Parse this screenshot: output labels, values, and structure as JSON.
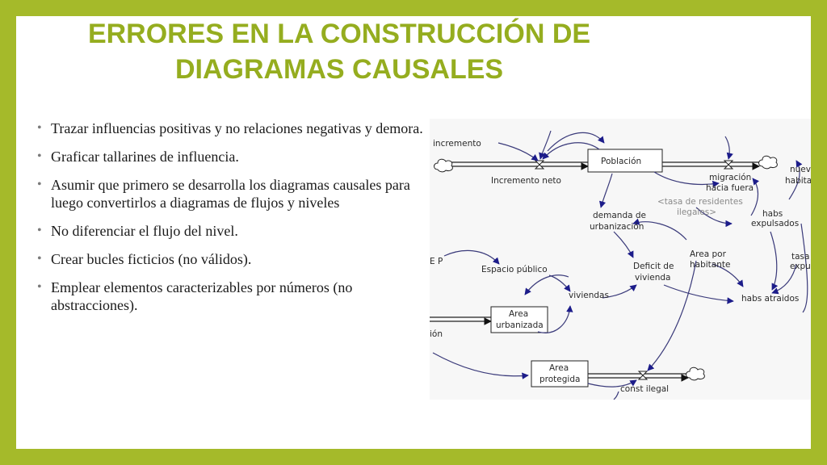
{
  "slide": {
    "title_line1": "ERRORES EN LA CONSTRUCCIÓN DE",
    "title_line2": "DIAGRAMAS CAUSALES",
    "accent_color": "#a5ba2a",
    "title_color": "#95ad1f"
  },
  "bullets": [
    "Trazar influencias positivas y no relaciones negativas y demora.",
    "Graficar tallarines de influencia.",
    "Asumir que primero se desarrolla los diagramas causales para luego convertirlos a diagramas de flujos y niveles",
    "No diferenciar el flujo del nivel.",
    "Crear bucles ficticios (no válidos).",
    "Emplear elementos caracterizables por números (no abstracciones)."
  ],
  "diagram": {
    "nodes": {
      "incremento": "incremento",
      "incremento_neto": "Incremento neto",
      "poblacion": "Población",
      "migracion_l1": "migración",
      "migracion_l2": "hacia fuera",
      "tasa_l1": "<tasa de residentes",
      "tasa_l2": "ilegales>",
      "nuev": "nuev",
      "habita": "habita",
      "habs_exp_l1": "habs",
      "habs_exp_l2": "expulsados",
      "demanda_l1": "demanda de",
      "demanda_l2": "urbanización",
      "area_hab_l1": "Area por",
      "area_hab_l2": "habitante",
      "deficit_l1": "Deficit de",
      "deficit_l2": "vivienda",
      "tasa_exp_l1": "tasa de",
      "tasa_exp_l2": "expulsió",
      "ep": "E P",
      "espacio": "Espacio público",
      "viviendas": "viviendas",
      "habs_atraidos": "habs atraidos",
      "area_urb_l1": "Area",
      "area_urb_l2": "urbanizada",
      "ion": "ión",
      "area_prot_l1": "Area",
      "area_prot_l2": "protegida",
      "const_ilegal": "const ilegal"
    },
    "link_color": "#1c1c8a"
  }
}
